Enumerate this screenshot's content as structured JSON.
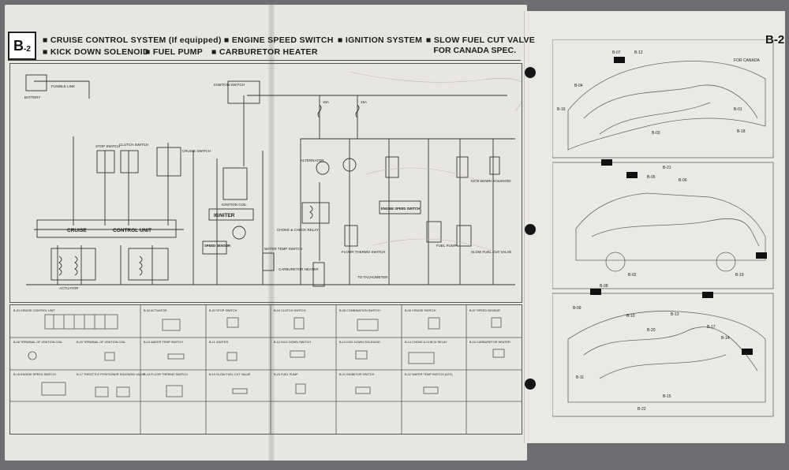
{
  "page_badge": {
    "letter": "B",
    "sub": "-2"
  },
  "header_titles": [
    "■ CRUISE CONTROL SYSTEM (If equipped)",
    "■ ENGINE SPEED SWITCH",
    "■ IGNITION SYSTEM",
    "■ SLOW FUEL CUT VALVE",
    "■ KICK DOWN SOLENOID",
    "■ FUEL PUMP",
    "■ CARBURETOR HEATER"
  ],
  "header_note": "FOR CANADA SPEC.",
  "schematic": {
    "battery": "BATTERY",
    "fusible_link": "FUSIBLE LINK",
    "ignition_switch": "IGNITION SWITCH",
    "ignition_coil": "IGNITION COIL",
    "igniter": "IGNITER",
    "cruise_unit": "CRUISE",
    "control_unit": "CONTROL UNIT",
    "actuator": "ACTUATOR",
    "speed_sensor": "SPEED SENSOR",
    "choke_relay": "CHOKE & CHECK RELAY",
    "engine_speed_switch": "ENGINE SPEED SWITCH",
    "carburetor_heater": "CARBURETOR HEATER",
    "fuel_pump": "FUEL PUMP",
    "kick_down": "KICK DOWN SOLENOID",
    "slow_fuel_cut": "SLOW FUEL CUT VALVE",
    "floor_thermo": "FLOOR THERMO SWITCH",
    "water_temp": "WATER TEMP SWITCH",
    "alternator": "ALTERNATOR",
    "stop_switch": "STOP SWITCH",
    "clutch_switch": "CLUTCH SWITCH",
    "cruise_switch": "CRUISE SWITCH",
    "tachometer": "TO TACHOMETER",
    "fuse_a": "10A",
    "fuse_b": "15A"
  },
  "connector_cells": [
    "B-03 CRUISE CONTROL UNIT",
    "B-02 ACTUATOR",
    "B-03 STOP SWITCH",
    "B-04 CLUTCH SWITCH",
    "B-05 COMBINATION SWITCH",
    "B-06 CRUISE SWITCH",
    "B-07 SPEED SENSOR",
    "B-08 TERMINAL OF IGNITION COIL",
    "B-09 TERMINAL OF IGNITION COIL",
    "B-10 WATER TEMP SWITCH",
    "B-11 IGNITER",
    "B-12 KICK DOWN SWITCH",
    "B-13 KICK DOWN SOLENOID",
    "B-14 CHOKE & CHECK RELAY",
    "B-15 CARBURETOR HEATER",
    "B-16 ENGINE SPEED SWITCH",
    "B-17 THROTTLE POSITIONER SOLENOID VALVE",
    "B-18 FLOOR THERMO SWITCH",
    "B-19 SLOW FUEL CUT VALVE",
    "B-20 FUEL PUMP",
    "B-21 INHIBITOR SWITCH",
    "B-22 WATER TEMP SWITCH (ATX)"
  ],
  "right_page": {
    "title": "B-2",
    "note": "FOR CANADA",
    "labels": [
      "B-01",
      "B-02",
      "B-03",
      "B-04",
      "B-05",
      "B-06",
      "B-07",
      "B-08",
      "B-09",
      "B-10",
      "B-11",
      "B-12",
      "B-13",
      "B-14",
      "B-15",
      "B-16",
      "B-17",
      "B-18",
      "B-19",
      "B-20",
      "B-21",
      "B-22"
    ]
  },
  "colors": {
    "page": "#e8e6e0",
    "background": "#6c6e72",
    "ink": "#222222"
  }
}
